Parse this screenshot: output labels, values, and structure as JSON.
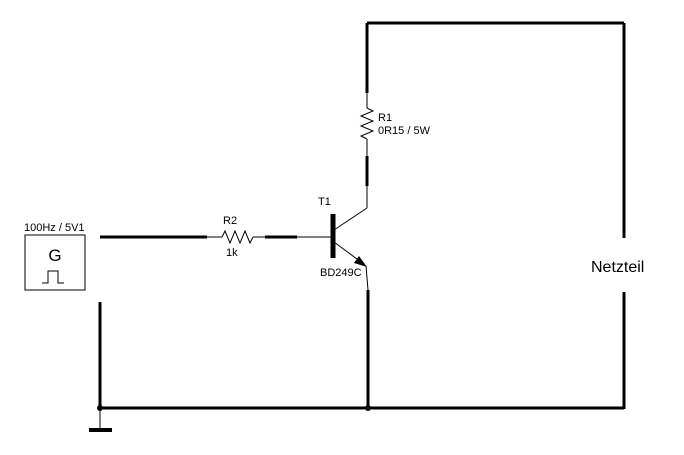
{
  "generator": {
    "label": "100Hz / 5V1",
    "symbol": "G",
    "icon": "square-wave-icon"
  },
  "r2": {
    "name": "R2",
    "value": "1k"
  },
  "r1": {
    "name": "R1",
    "value": "0R15 / 5W"
  },
  "t1": {
    "name": "T1",
    "part": "BD249C"
  },
  "supply": {
    "label": "Netzteil"
  },
  "ground": {
    "icon": "ground-icon"
  }
}
